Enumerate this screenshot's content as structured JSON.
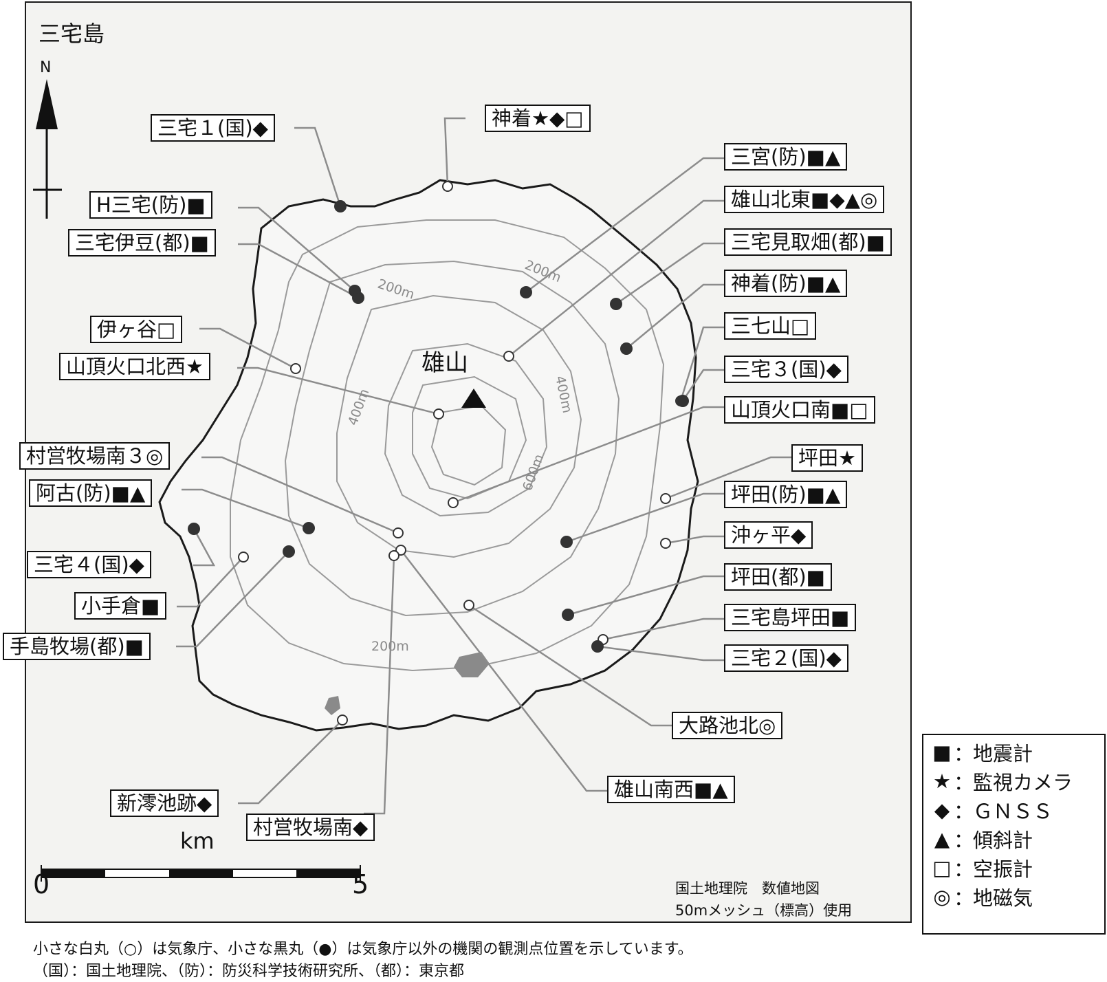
{
  "map": {
    "title": "三宅島",
    "north_label": "N",
    "peak_label": "雄山",
    "contour_labels": [
      "200m",
      "200m",
      "400m",
      "400m",
      "600m",
      "200m"
    ]
  },
  "stations": [
    {
      "label": "三宅１(国)◆",
      "marker": "filled"
    },
    {
      "label": "神着★◆□",
      "marker": "open"
    },
    {
      "label": "三宮(防)■▲",
      "marker": "filled"
    },
    {
      "label": "H三宅(防)■",
      "marker": "filled"
    },
    {
      "label": "雄山北東■◆▲◎",
      "marker": "open"
    },
    {
      "label": "三宅伊豆(都)■",
      "marker": "filled"
    },
    {
      "label": "三宅見取畑(都)■",
      "marker": "filled"
    },
    {
      "label": "神着(防)■▲",
      "marker": "filled"
    },
    {
      "label": "伊ヶ谷□",
      "marker": "open"
    },
    {
      "label": "三七山□",
      "marker": "open"
    },
    {
      "label": "山頂火口北西★",
      "marker": "open"
    },
    {
      "label": "三宅３(国)◆",
      "marker": "filled"
    },
    {
      "label": "山頂火口南■□",
      "marker": "open"
    },
    {
      "label": "村営牧場南３◎",
      "marker": "open"
    },
    {
      "label": "坪田★",
      "marker": "open"
    },
    {
      "label": "阿古(防)■▲",
      "marker": "filled"
    },
    {
      "label": "坪田(防)■▲",
      "marker": "filled"
    },
    {
      "label": "沖ヶ平◆",
      "marker": "open"
    },
    {
      "label": "三宅４(国)◆",
      "marker": "filled"
    },
    {
      "label": "坪田(都)■",
      "marker": "filled"
    },
    {
      "label": "小手倉■",
      "marker": "open"
    },
    {
      "label": "三宅島坪田■",
      "marker": "open"
    },
    {
      "label": "手島牧場(都)■",
      "marker": "filled"
    },
    {
      "label": "三宅２(国)◆",
      "marker": "filled"
    },
    {
      "label": "大路池北◎",
      "marker": "open"
    },
    {
      "label": "雄山南西■▲",
      "marker": "open"
    },
    {
      "label": "新澪池跡◆",
      "marker": "open"
    },
    {
      "label": "村営牧場南◆",
      "marker": "open"
    }
  ],
  "legend": {
    "items": [
      {
        "symbol": "■",
        "sep": "：",
        "text": "地震計"
      },
      {
        "symbol": "★",
        "sep": "：",
        "text": "監視カメラ"
      },
      {
        "symbol": "◆",
        "sep": "：",
        "text": "ＧＮＳＳ"
      },
      {
        "symbol": "▲",
        "sep": "：",
        "text": "傾斜計"
      },
      {
        "symbol": "□",
        "sep": "：",
        "text": "空振計"
      },
      {
        "symbol": "◎",
        "sep": "：",
        "text": "地磁気"
      }
    ]
  },
  "scale": {
    "unit": "km",
    "start": "0",
    "end": "5"
  },
  "credit": {
    "line1": "国土地理院　数値地図",
    "line2": "50mメッシュ（標高）使用"
  },
  "notes": {
    "line1": "小さな白丸（○）は気象庁、小さな黒丸（●）は気象庁以外の機関の観測点位置を示しています。",
    "line2": "（国）：国土地理院、（防）：防災科学技術研究所、（都）：東京都"
  },
  "colors": {
    "frame": "#1a1a1a",
    "land": "#f3f3f1",
    "contour": "#9a9a9a",
    "leader": "#8c8c8c",
    "lake": "#8a8a8a"
  }
}
